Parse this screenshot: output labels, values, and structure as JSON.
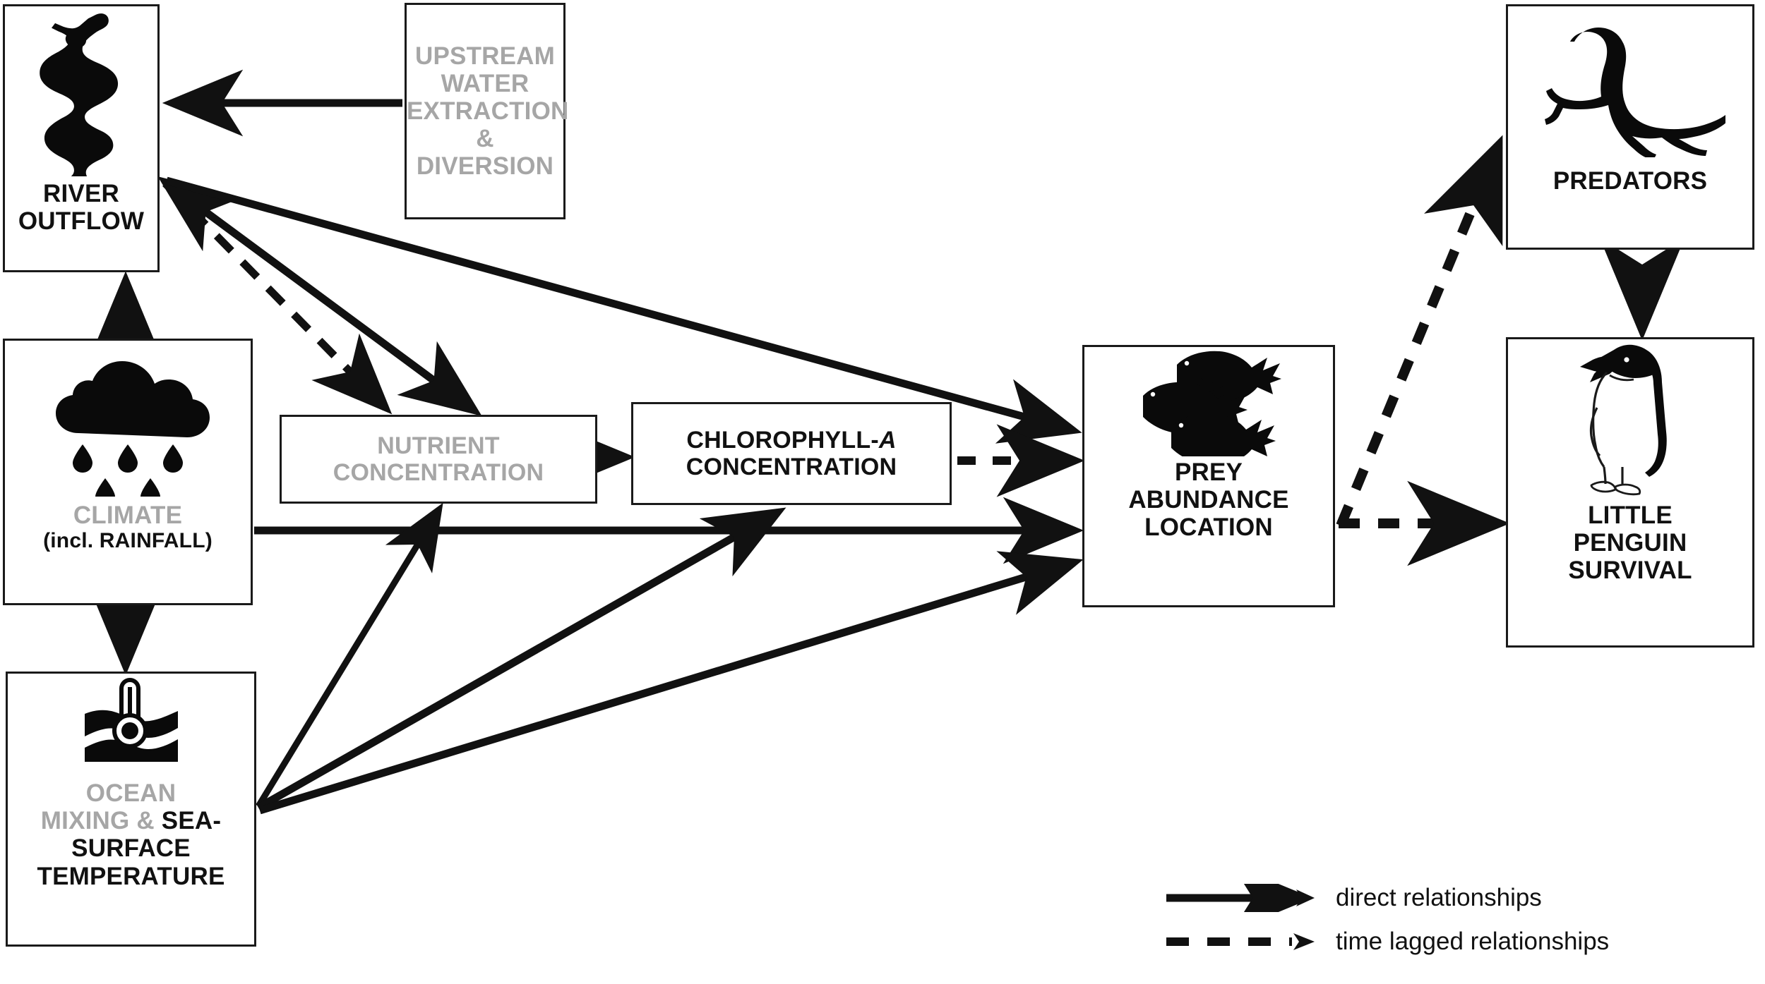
{
  "diagram": {
    "title": "Little penguin ecosystem conceptual diagram",
    "colors": {
      "measured": "#111111",
      "unmeasured": "#a6a6a6",
      "box_border": "#1a1a1a",
      "background": "#ffffff"
    },
    "nodes": [
      {
        "id": "river-outflow",
        "label": "RIVER\nOUTFLOW",
        "line1": "RIVER",
        "line2": "OUTFLOW",
        "icon": "winding-river-icon",
        "text_color": "#111111"
      },
      {
        "id": "upstream-water",
        "line1": "UPSTREAM",
        "line2": "WATER",
        "line3": "EXTRACTION &",
        "line4": "DIVERSION",
        "icon": null,
        "text_color": "#a6a6a6"
      },
      {
        "id": "climate",
        "line1": "CLIMATE",
        "line2": "(incl. RAINFALL)",
        "icon": "rain-cloud-icon",
        "text_color": "#a6a6a6",
        "sub_text_color": "#111111"
      },
      {
        "id": "ocean-mixing-sst",
        "line1": "OCEAN",
        "line2a": "MIXING & ",
        "line2b": "SEA-",
        "line3": "SURFACE",
        "line4": "TEMPERATURE",
        "icon": "sea-thermometer-icon",
        "text_color": "#a6a6a6",
        "sub_text_color": "#111111"
      },
      {
        "id": "nutrient-concentration",
        "line1": "NUTRIENT",
        "line2": "CONCENTRATION",
        "icon": null,
        "text_color": "#a6a6a6"
      },
      {
        "id": "chlorophyll-a-concentration",
        "line1a": "CHLOROPHYLL-",
        "line1b": "A",
        "line2": "CONCENTRATION",
        "icon": null,
        "text_color": "#111111"
      },
      {
        "id": "prey-abundance-location",
        "line1": "PREY",
        "line2": "ABUNDANCE",
        "line3": "LOCATION",
        "icon": "school-of-fish-icon",
        "text_color": "#111111"
      },
      {
        "id": "predators",
        "line1": "PREDATORS",
        "icon": "seal-icon",
        "text_color": "#111111"
      },
      {
        "id": "little-penguin-survival",
        "line1": "LITTLE",
        "line2": "PENGUIN",
        "line3": "SURVIVAL",
        "icon": "little-penguin-icon",
        "text_color": "#111111"
      }
    ],
    "edges": [
      {
        "from": "upstream-water",
        "to": "river-outflow",
        "style": "solid"
      },
      {
        "from": "climate",
        "to": "river-outflow",
        "style": "solid"
      },
      {
        "from": "climate",
        "to": "ocean-mixing-sst",
        "style": "solid"
      },
      {
        "from": "river-outflow",
        "to": "nutrient-concentration",
        "style": "dashed"
      },
      {
        "from": "river-outflow",
        "to": "nutrient-concentration",
        "style": "solid",
        "bidirectional": true
      },
      {
        "from": "river-outflow",
        "to": "prey-abundance-location",
        "style": "solid"
      },
      {
        "from": "nutrient-concentration",
        "to": "chlorophyll-a-concentration",
        "style": "solid"
      },
      {
        "from": "chlorophyll-a-concentration",
        "to": "prey-abundance-location",
        "style": "dashed"
      },
      {
        "from": "climate",
        "to": "prey-abundance-location",
        "style": "solid"
      },
      {
        "from": "ocean-mixing-sst",
        "to": "nutrient-concentration",
        "style": "solid"
      },
      {
        "from": "ocean-mixing-sst",
        "to": "chlorophyll-a-concentration",
        "style": "solid"
      },
      {
        "from": "ocean-mixing-sst",
        "to": "prey-abundance-location",
        "style": "solid"
      },
      {
        "from": "prey-abundance-location",
        "to": "predators",
        "style": "dashed"
      },
      {
        "from": "prey-abundance-location",
        "to": "little-penguin-survival",
        "style": "dashed"
      },
      {
        "from": "predators",
        "to": "little-penguin-survival",
        "style": "solid"
      }
    ]
  },
  "legend": {
    "items": [
      {
        "style": "solid",
        "label": "direct relationships"
      },
      {
        "style": "dashed",
        "label": "time lagged relationships"
      }
    ]
  }
}
